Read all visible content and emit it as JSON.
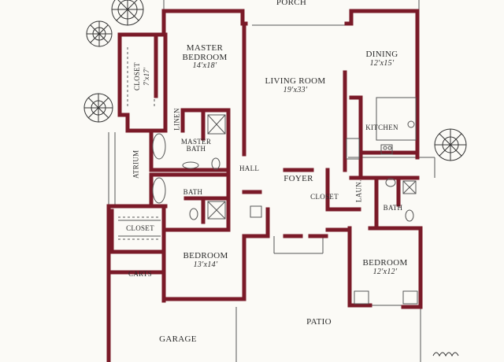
{
  "rooms": {
    "porch": {
      "name": "PORCH"
    },
    "master_bedroom": {
      "name": "MASTER BEDROOM",
      "dim": "14'x18'"
    },
    "master_closet": {
      "name": "CLOSET",
      "dim": "7'x17'"
    },
    "dining": {
      "name": "DINING",
      "dim": "12'x15'"
    },
    "living_room": {
      "name": "LIVING ROOM",
      "dim": "19'x33'"
    },
    "linen": {
      "name": "LINEN"
    },
    "master_bath": {
      "name": "MASTER BATH"
    },
    "kitchen": {
      "name": "KITCHEN"
    },
    "atrium": {
      "name": "ATRIUM"
    },
    "hall": {
      "name": "HALL"
    },
    "foyer": {
      "name": "FOYER"
    },
    "bath": {
      "name": "BATH"
    },
    "closet_mid": {
      "name": "CLOSET"
    },
    "laundry": {
      "name": "LAUN."
    },
    "bath_right": {
      "name": "BATH"
    },
    "closet_left": {
      "name": "CLOSET"
    },
    "carts": {
      "name": "CARTS"
    },
    "bedroom_left": {
      "name": "BEDROOM",
      "dim": "13'x14'"
    },
    "bedroom_right": {
      "name": "BEDROOM",
      "dim": "12'x12'"
    },
    "patio": {
      "name": "PATIO"
    },
    "garage": {
      "name": "GARAGE"
    }
  },
  "colors": {
    "wall": "#7a1a28",
    "paper": "#fbfaf6",
    "line": "#555555",
    "tree": "#333333"
  }
}
